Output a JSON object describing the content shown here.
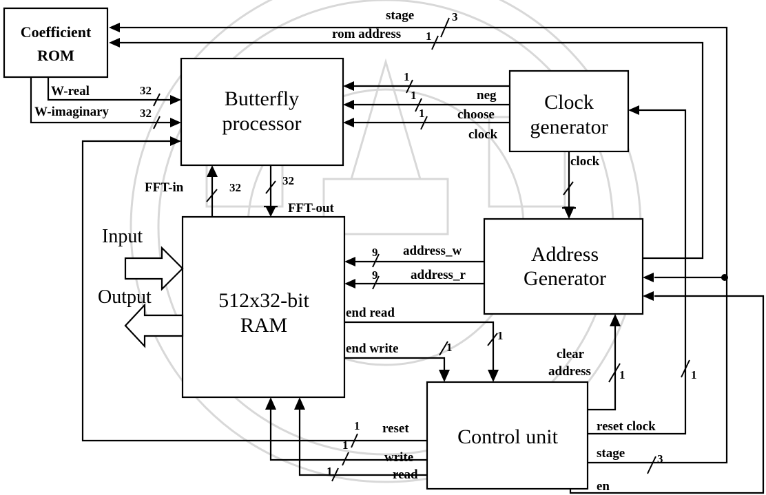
{
  "blocks": {
    "rom": [
      "Coefficient",
      "ROM"
    ],
    "butterfly": [
      "Butterfly",
      "processor"
    ],
    "clock": [
      "Clock",
      "generator"
    ],
    "ram": [
      "512x32-bit",
      "RAM"
    ],
    "addr": [
      "Address",
      "Generator"
    ],
    "ctrl": "Control unit"
  },
  "signals": {
    "stage_top": "stage",
    "rom_address": "rom address",
    "w_real": "W-real",
    "w_imag": "W-imaginary",
    "neg": "neg",
    "choose": "choose",
    "clock1": "clock",
    "clock2": "clock",
    "fft_in": "FFT-in",
    "fft_out": "FFT-out",
    "input": "Input",
    "output": "Output",
    "address_w": "address_w",
    "address_r": "address_r",
    "end_read": "end read",
    "end_write": "end write",
    "clear_address": [
      "clear",
      "address"
    ],
    "reset": "reset",
    "write": "write",
    "read": "read",
    "reset_clock": "reset clock",
    "stage_bottom": "stage",
    "en": "en"
  },
  "widths": {
    "w3a": "3",
    "w1a": "1",
    "w32a": "32",
    "w32b": "32",
    "w1b": "1",
    "w1c": "1",
    "w1d": "1",
    "w32c": "32",
    "w32d": "32",
    "w9a": "9",
    "w9b": "9",
    "w1e": "1",
    "w1f": "1",
    "w1g": "1",
    "w1h": "1",
    "w1i": "1",
    "w1j": "1",
    "w1k": "1",
    "w3b": "3"
  }
}
